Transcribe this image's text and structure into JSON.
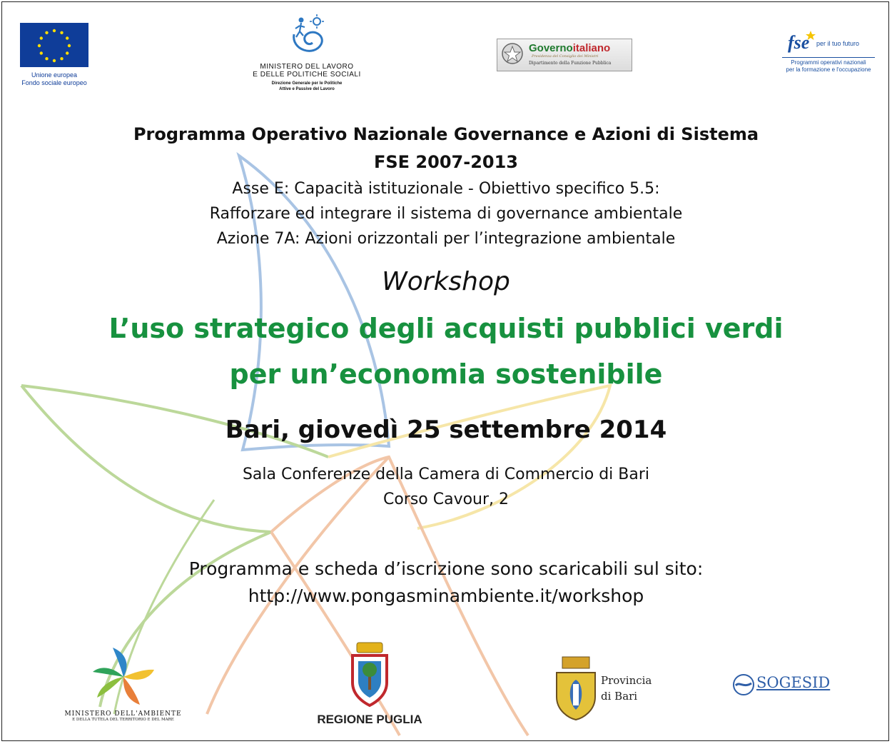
{
  "logos": {
    "eu": {
      "line1": "Unione europea",
      "line2": "Fondo sociale europeo",
      "color": "#0f3d99"
    },
    "ministero_lavoro": {
      "line1": "MINISTERO DEL LAVORO",
      "line2": "E DELLE POLITICHE SOCIALI",
      "line3": "Direzione Generale per le Politiche",
      "line4": "Attive e Passive del Lavoro"
    },
    "governo": {
      "brand": "Governo italiano",
      "brand_a": "Governo",
      "brand_b": "italiano",
      "sub": "Dipartimento della Funzione Pubblica",
      "tagline": "Presidenza del Consiglio dei Ministri"
    },
    "fse": {
      "brand": "fse",
      "tagline": "per il tuo futuro",
      "line1": "Programmi operativi nazionali",
      "line2": "per la formazione e l'occupazione"
    },
    "ministero_ambiente": {
      "line1": "MINISTERO DELL'AMBIENTE",
      "line2": "E DELLA TUTELA DEL TERRITORIO E DEL MARE"
    },
    "regione": {
      "label": "REGIONE PUGLIA"
    },
    "provincia": {
      "line1": "Provincia",
      "line2": "di Bari"
    },
    "sogesid": {
      "label": "SOGESID"
    }
  },
  "header": {
    "line1": "Programma Operativo Nazionale Governance e Azioni di Sistema",
    "line2": "FSE 2007-2013",
    "line3": "Asse E: Capacità istituzionale - Obiettivo specifico 5.5:",
    "line4": "Rafforzare ed integrare il sistema di governance ambientale",
    "line5": "Azione 7A: Azioni orizzontali per l’integrazione ambientale"
  },
  "event": {
    "type": "Workshop",
    "title_line1": "L’uso strategico degli acquisti pubblici verdi",
    "title_line2": "per un’economia sostenibile",
    "date": "Bari, giovedì 25 settembre 2014",
    "venue_line1": "Sala Conferenze della Camera di Commercio di Bari",
    "venue_line2": "Corso Cavour, 2",
    "info_line1": "Programma e scheda d’iscrizione sono scaricabili sul sito:",
    "info_line2": "http://www.pongasminambiente.it/workshop"
  },
  "colors": {
    "title_green": "#17913f",
    "petal_blue": "#a9c4e4",
    "petal_green": "#bcd89a",
    "petal_yellow": "#f6e6a8",
    "petal_orange": "#f2c6a8"
  }
}
